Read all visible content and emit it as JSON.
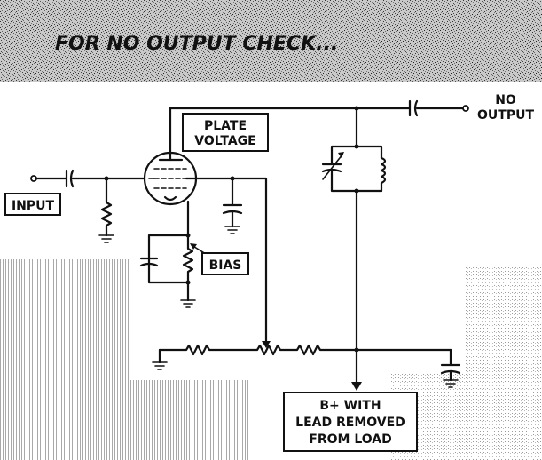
{
  "header": {
    "title": "FOR NO OUTPUT  CHECK..."
  },
  "labels": {
    "plate_voltage_line1": "PLATE",
    "plate_voltage_line2": "VOLTAGE",
    "no_output_line1": "NO",
    "no_output_line2": "OUTPUT",
    "input": "INPUT",
    "bias": "BIAS",
    "bplus_line1": "B+ WITH",
    "bplus_line2": "LEAD REMOVED",
    "bplus_line3": "FROM LOAD"
  },
  "colors": {
    "ink": "#111111",
    "paper": "#ffffff",
    "banner": "#9a9a9a"
  }
}
